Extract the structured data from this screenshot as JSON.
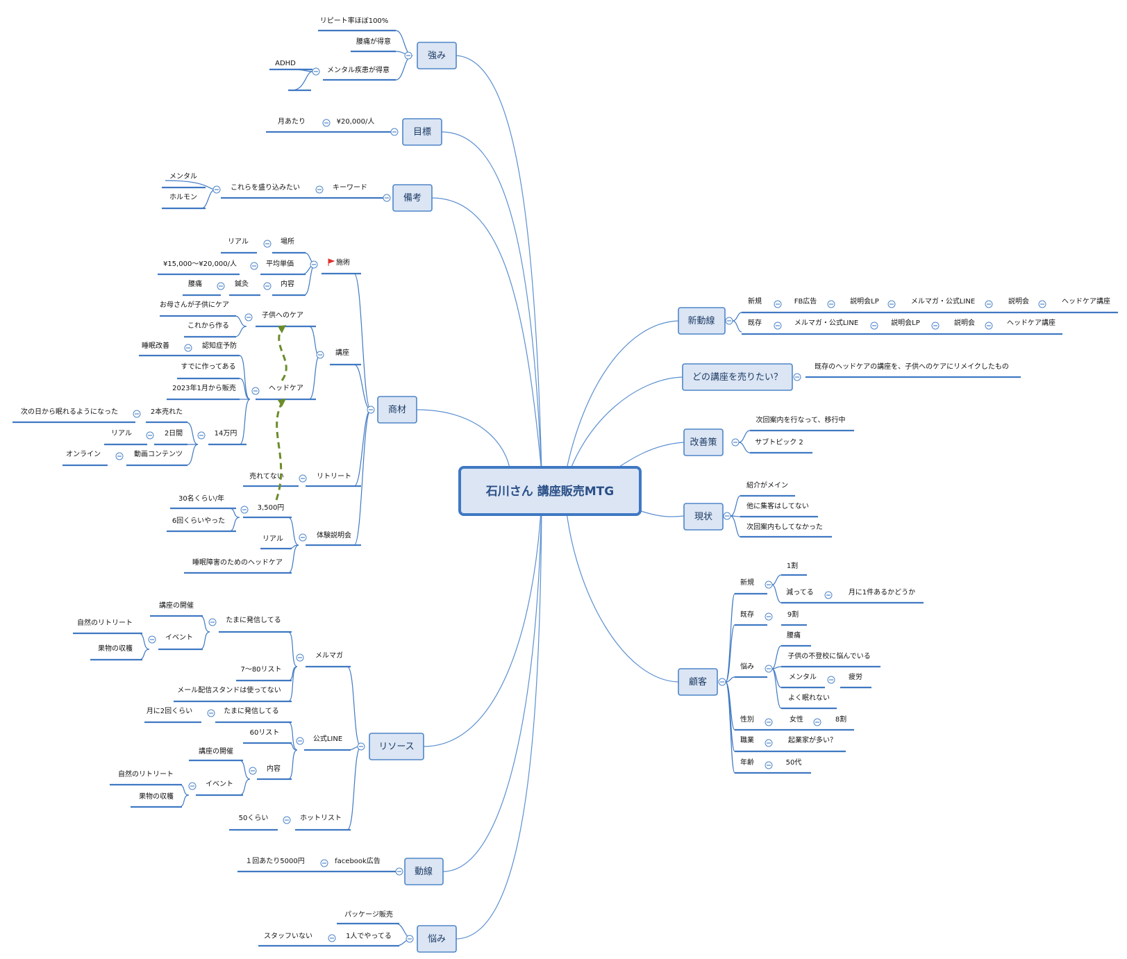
{
  "center": "石川さん 講座販売MTG",
  "branches": {
    "tsuyomi": "強み",
    "mokuhyo": "目標",
    "biko": "備考",
    "shozai": "商材",
    "resource": "リソース",
    "dosen": "動線",
    "nayami": "悩み",
    "shindosen": "新動線",
    "dono": "どの講座を売りたい？",
    "kaizen": "改善策",
    "genjo": "現状",
    "kokyaku": "顧客"
  },
  "tsuyomi": {
    "repeat": "リピート率ほぼ100%",
    "yotsu": "腰痛が得意",
    "mental": "メンタル疾患が得意",
    "adhd": "ADHD"
  },
  "mokuhyo": {
    "per_month": "月あたり",
    "amount": "¥20,000/人"
  },
  "biko": {
    "keyword": "キーワード",
    "moricomi": "これらを盛り込みたい",
    "mental": "メンタル",
    "hormone": "ホルモン"
  },
  "shozai": {
    "sejutsu": "施術",
    "basho": "場所",
    "real1": "リアル",
    "heikin": "平均単価",
    "price": "¥15,000〜¥20,000/人",
    "naiyo": "内容",
    "shinkyu": "鍼灸",
    "yotsu": "腰痛",
    "koza": "講座",
    "kodomo": "子供へのケア",
    "okasan": "お母さんが子供にケア",
    "korekara": "これから作る",
    "headcare": "ヘッドケア",
    "ninchi": "認知症予防",
    "suimin": "睡眠改善",
    "sudeni": "すでに作ってある",
    "since": "2023年1月から販売",
    "yen14": "14万円",
    "hon2": "2本売れた",
    "tsugi": "次の日から眠れるようになった",
    "days2": "2日間",
    "real2": "リアル",
    "doga": "動画コンテンツ",
    "online": "オンライン",
    "retreat": "リトリート",
    "urete": "売れてない",
    "taiken": "体験説明会",
    "yen3500": "3,500円",
    "mei30": "30名くらい/年",
    "kai6": "6回くらいやった",
    "real3": "リアル",
    "suimin_head": "睡眠障害のためのヘッドケア"
  },
  "resource": {
    "merumaga": "メルマガ",
    "tamani1": "たまに発信してる",
    "kaisai1": "講座の開催",
    "event1": "イベント",
    "shizen1": "自然のリトリート",
    "kaju1": "果物の収穫",
    "list7080": "7〜80リスト",
    "stand": "メール配信スタンドは使ってない",
    "line": "公式LINE",
    "tamani2": "たまに発信してる",
    "tsuki2": "月に2回くらい",
    "list60": "60リスト",
    "naiyo": "内容",
    "kaisai2": "講座の開催",
    "event2": "イベント",
    "shizen2": "自然のリトリート",
    "kaju2": "果物の収穫",
    "hot": "ホットリスト",
    "kurai50": "50くらい"
  },
  "dosen": {
    "fb": "facebook広告",
    "per": "１回あたり5000円"
  },
  "nayami": {
    "package": "パッケージ販売",
    "hitori": "1人でやってる",
    "staff": "スタッフいない"
  },
  "shindosen": {
    "shinki": "新規",
    "fb": "FB広告",
    "lp1": "説明会LP",
    "mm1": "メルマガ・公式LINE",
    "setsu1": "説明会",
    "head1": "ヘッドケア講座",
    "kizon": "既存",
    "mm2": "メルマガ・公式LINE",
    "lp2": "説明会LP",
    "setsu2": "説明会",
    "head2": "ヘッドケア講座"
  },
  "dono": {
    "answer": "既存のヘッドケアの講座を、子供へのケアにリメイクしたもの"
  },
  "kaizen": {
    "jikai": "次回案内を行なって、移行中",
    "sub2": "サブトピック 2"
  },
  "genjo": {
    "shokai": "紹介がメイン",
    "hoka": "他に集客はしてない",
    "jikai": "次回案内もしてなかった"
  },
  "kokyaku": {
    "shinki": "新規",
    "wari1": "1割",
    "hetteru": "減ってる",
    "tsuki1": "月に1件あるかどうか",
    "kizon": "既存",
    "wari9": "9割",
    "nayami": "悩み",
    "yotsu": "腰痛",
    "futoko": "子供の不登校に悩んでいる",
    "mental": "メンタル",
    "hiro": "疲労",
    "nemure": "よく眠れない",
    "seibetsu": "性別",
    "josei": "女性",
    "wari8": "8割",
    "shokugyo": "職業",
    "kigyo": "起業家が多い？",
    "nenrei": "年齢",
    "dai50": "50代"
  }
}
